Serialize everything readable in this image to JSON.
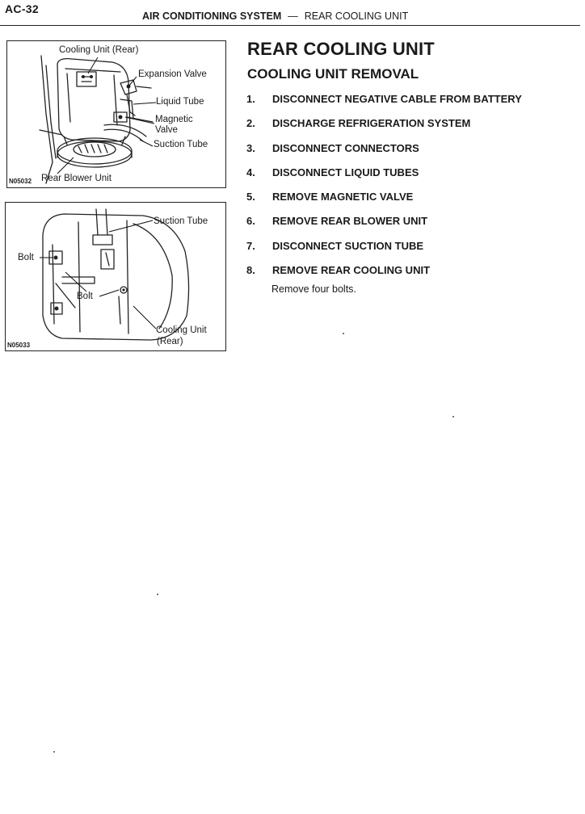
{
  "page_number": "AC-32",
  "header": {
    "section": "AIR CONDITIONING SYSTEM",
    "separator": "—",
    "subsection": "REAR COOLING UNIT"
  },
  "title": "REAR COOLING UNIT",
  "subtitle": "COOLING UNIT REMOVAL",
  "steps": [
    {
      "num": "1.",
      "text": "DISCONNECT NEGATIVE CABLE FROM BATTERY"
    },
    {
      "num": "2.",
      "text": "DISCHARGE REFRIGERATION SYSTEM"
    },
    {
      "num": "3.",
      "text": "DISCONNECT CONNECTORS"
    },
    {
      "num": "4.",
      "text": "DISCONNECT LIQUID TUBES"
    },
    {
      "num": "5.",
      "text": "REMOVE MAGNETIC VALVE"
    },
    {
      "num": "6.",
      "text": "REMOVE REAR BLOWER UNIT"
    },
    {
      "num": "7.",
      "text": "DISCONNECT SUCTION TUBE"
    },
    {
      "num": "8.",
      "text": "REMOVE REAR COOLING UNIT"
    }
  ],
  "step8_note": "Remove four bolts.",
  "figure1": {
    "code": "N05032",
    "labels": {
      "cooling_unit_rear": "Cooling Unit (Rear)",
      "expansion_valve": "Expansion Valve",
      "liquid_tube": "Liquid Tube",
      "magnetic": "Magnetic",
      "valve": "Valve",
      "suction_tube": "Suction Tube",
      "rear_blower_unit": "Rear Blower Unit"
    }
  },
  "figure2": {
    "code": "N05033",
    "labels": {
      "suction_tube": "Suction Tube",
      "bolt_left": "Bolt",
      "bolt_center": "Bolt",
      "cooling_unit": "Cooling Unit",
      "rear": "(Rear)"
    }
  }
}
